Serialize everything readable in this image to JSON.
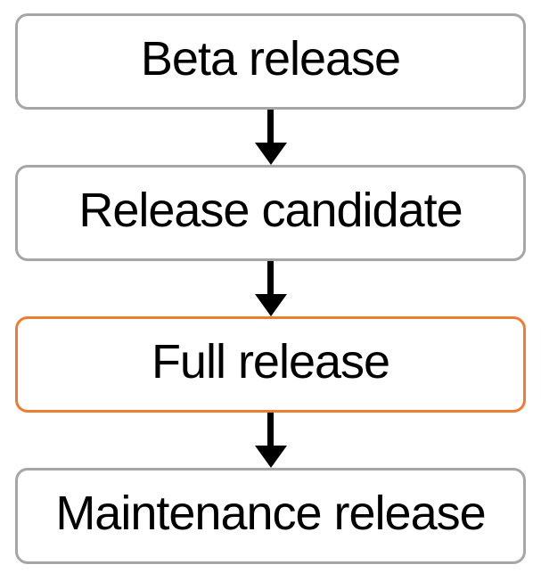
{
  "diagram": {
    "type": "flowchart",
    "direction": "top-to-bottom",
    "nodes": [
      {
        "label": "Beta release",
        "accent": "gray"
      },
      {
        "label": "Release candidate",
        "accent": "gray"
      },
      {
        "label": "Full release",
        "accent": "orange"
      },
      {
        "label": "Maintenance release",
        "accent": "gray"
      }
    ],
    "connectors": [
      {
        "from": "Beta release",
        "to": "Release candidate",
        "style": "arrow-down"
      },
      {
        "from": "Release candidate",
        "to": "Full release",
        "style": "arrow-down"
      },
      {
        "from": "Full release",
        "to": "Maintenance release",
        "style": "arrow-down"
      }
    ],
    "colors": {
      "node-border-gray": "#a6a6a6",
      "node-border-orange": "#ed7d31",
      "arrow": "#000000",
      "text": "#000000",
      "background": "#ffffff"
    }
  }
}
